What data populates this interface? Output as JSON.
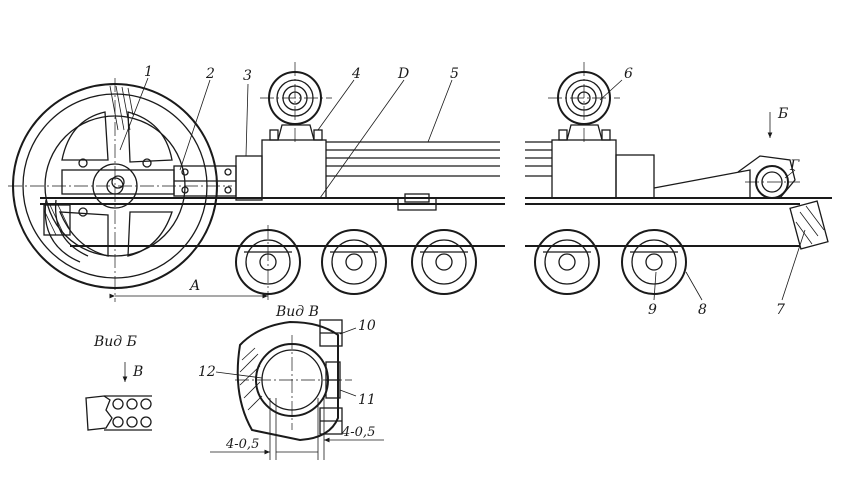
{
  "labels": {
    "n1": "1",
    "n2": "2",
    "n3": "3",
    "n4": "4",
    "nD": "D",
    "n5": "5",
    "n6": "6",
    "nB": "Б",
    "nG": "Г",
    "n7": "7",
    "n8": "8",
    "n9": "9",
    "n10": "10",
    "n11": "11",
    "n12": "12",
    "nA": "A",
    "nV": "В"
  },
  "views": {
    "view_b": "Вид Б",
    "view_v": "Вид В"
  },
  "dimensions": {
    "left": "4-0,5",
    "right": "4-0,5"
  }
}
